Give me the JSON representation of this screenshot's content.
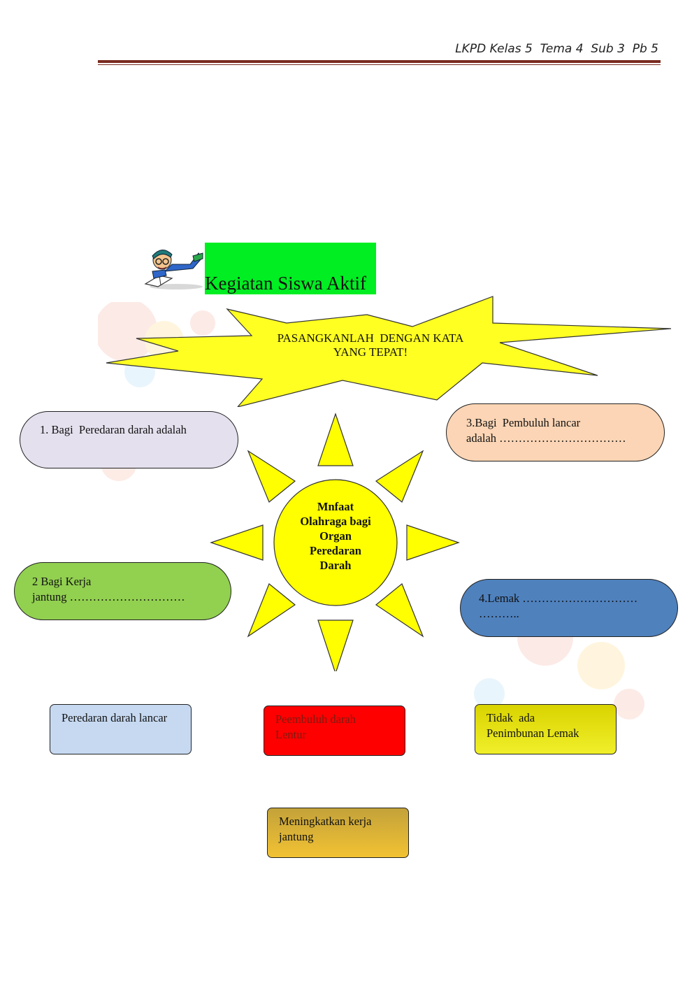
{
  "header": {
    "text": "LKPD Kelas 5  Tema 4  Sub 3  Pb 5"
  },
  "title": {
    "text": "Kegiatan Siswa Aktif"
  },
  "instruction": {
    "line1": "PASANGKANLAH  DENGAN KATA",
    "line2": "YANG TEPAT!"
  },
  "center": {
    "lines": [
      "Mnfaat",
      "Olahraga bagi",
      "Organ",
      "Peredaran",
      "Darah"
    ]
  },
  "questions": [
    {
      "line1": "1. Bagi  Peredaran darah adalah",
      "line2": ""
    },
    {
      "line1": "2 Bagi Kerja",
      "line2": "jantung …………………………"
    },
    {
      "line1": "3.Bagi  Pembuluh lancar",
      "line2": "adalah ……………………………"
    },
    {
      "line1": "4.Lemak …………………………",
      "line2": "……….."
    }
  ],
  "answers": [
    {
      "line1": "Peredaran darah lancar",
      "line2": ""
    },
    {
      "line1": "Peembuluh darah",
      "line2": "Lentur"
    },
    {
      "line1": "Tidak  ada",
      "line2": "Penimbunan Lemak"
    },
    {
      "line1": "Meningkatkan kerja",
      "line2": "jantung"
    }
  ],
  "colors": {
    "title_bg": "#00ee22",
    "burst": "#ffff22",
    "sun": "#ffff00",
    "q1": "#e5e0ee",
    "q2": "#92d050",
    "q3": "#fbd5b5",
    "q4": "#4f81bd",
    "a1": "#c6d9f1",
    "a2": "#ff0000",
    "a3": "#e8e41a",
    "a4": "#e0b536"
  },
  "icons": {
    "mascot": "reading-student-icon"
  }
}
